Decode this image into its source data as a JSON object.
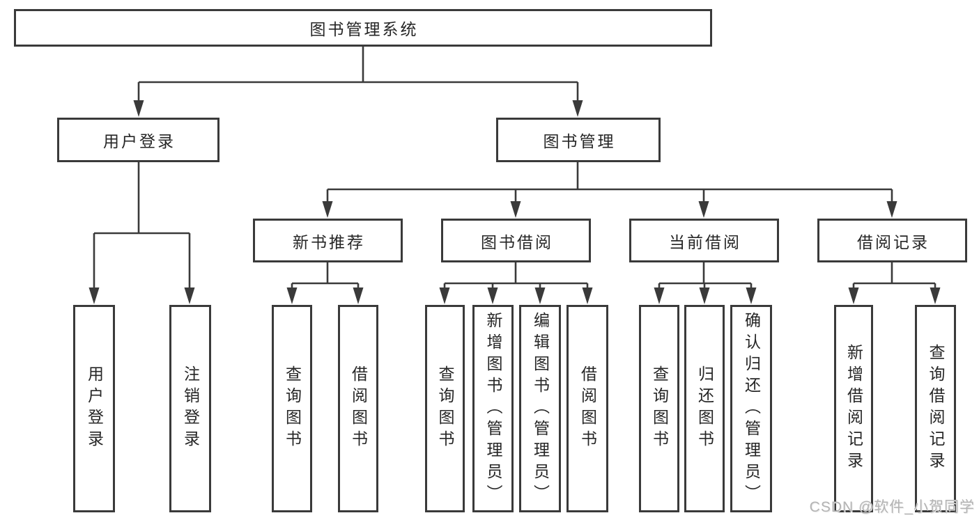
{
  "diagram": {
    "root": {
      "label": "图书管理系统"
    },
    "branches": [
      {
        "label": "用户登录",
        "leaves": [
          "用户登录",
          "注销登录"
        ]
      },
      {
        "label": "图书管理",
        "children": [
          {
            "label": "新书推荐",
            "leaves": [
              "查询图书",
              "借阅图书"
            ]
          },
          {
            "label": "图书借阅",
            "leaves": [
              "查询图书",
              "新增图书（管理员）",
              "编辑图书（管理员）",
              "借阅图书"
            ]
          },
          {
            "label": "当前借阅",
            "leaves": [
              "查询图书",
              "归还图书",
              "确认归还（管理员）"
            ]
          },
          {
            "label": "借阅记录",
            "leaves": [
              "新增借阅记录",
              "查询借阅记录"
            ]
          }
        ]
      }
    ]
  },
  "watermark": "CSDN @软件_小贺同学",
  "colors": {
    "line": "#3a3a3a",
    "box_border": "#3a3a3a",
    "text": "#262626",
    "watermark": "#b4b4b4",
    "background": "#ffffff"
  }
}
